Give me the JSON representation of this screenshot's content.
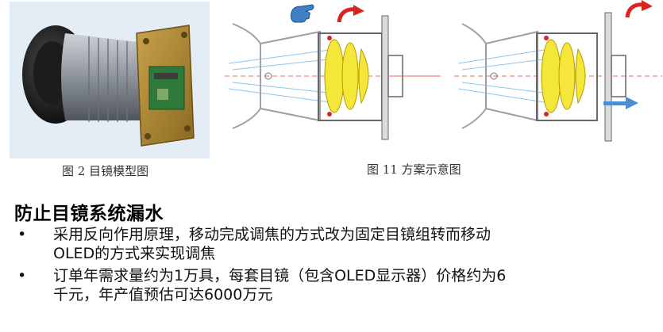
{
  "figures": {
    "left_caption": "图 2  目镜模型图",
    "right_caption": "图 11  方案示意图"
  },
  "section": {
    "title": "防止目镜系统漏水"
  },
  "bullets": [
    {
      "line1": "采用反向作用原理，移动完成调焦的方式改为固定目镜组转而移动",
      "line2": "OLED的方式来实现调焦"
    },
    {
      "line1": "订单年需求量约为1万具，每套目镜（包含OLED显示器）价格约为6",
      "line2": "千元，年产值预估可达6000万元"
    }
  ],
  "colors": {
    "lens_yellow": "#f5e63a",
    "rotate_arrow_red": "#d8261e",
    "hand_icon_blue": "#3f7fc4",
    "flow_arrow_blue": "#4a90d0",
    "render_bg": "#e4ecf6"
  },
  "icons": [
    "hand-pointer-icon",
    "rotate-arrow-icon"
  ]
}
